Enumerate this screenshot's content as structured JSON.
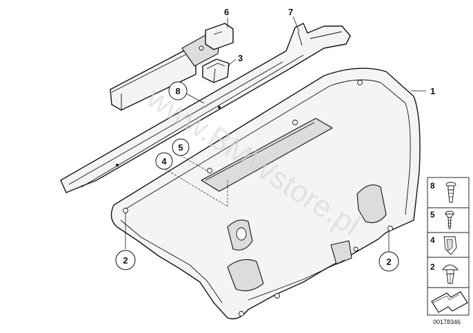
{
  "callouts": {
    "c1": "1",
    "c2a": "2",
    "c2b": "2",
    "c3": "3",
    "c4": "4",
    "c5": "5",
    "c6": "6",
    "c7": "7",
    "c8": "8"
  },
  "legend": {
    "items": [
      "8",
      "5",
      "4",
      "2"
    ]
  },
  "watermark": "www.BMWstore.pl",
  "document_number": "00178346"
}
